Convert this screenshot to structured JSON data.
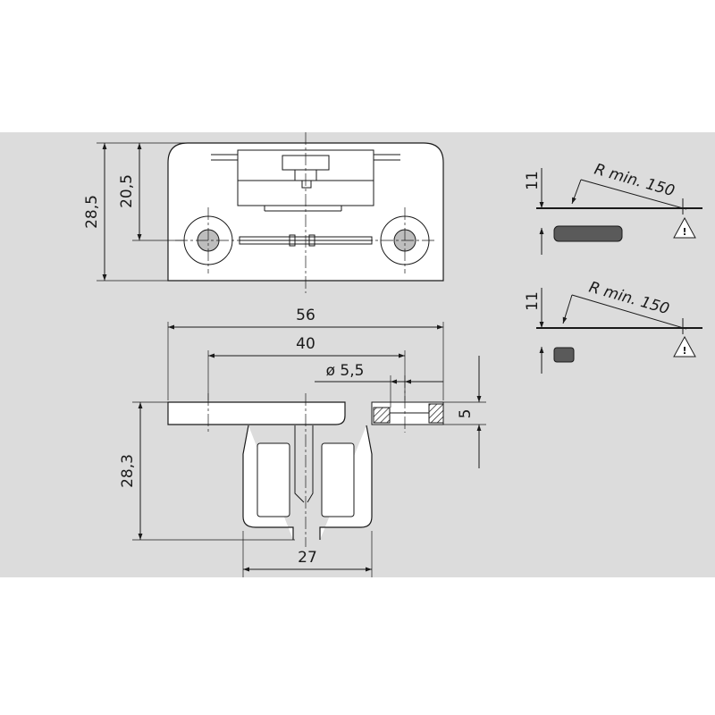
{
  "dimensions": {
    "plate_height": "28,5",
    "hole_center_height": "20,5",
    "overall_width": "56",
    "hole_spacing": "40",
    "hole_diameter": "ø 5,5",
    "plate_thickness": "5",
    "clip_height": "28,3",
    "clip_width": "27"
  },
  "mounting_top": {
    "clearance": "11",
    "radius": "R  min.  150",
    "warning_symbol": "!"
  },
  "mounting_bottom": {
    "clearance": "11",
    "radius": "R  min.  150",
    "warning_symbol": "!"
  },
  "colors": {
    "background": "#dcdcdc",
    "line": "#1a1a1a",
    "part_fill": "#ffffff",
    "panel_fill": "#5a5a5a"
  }
}
